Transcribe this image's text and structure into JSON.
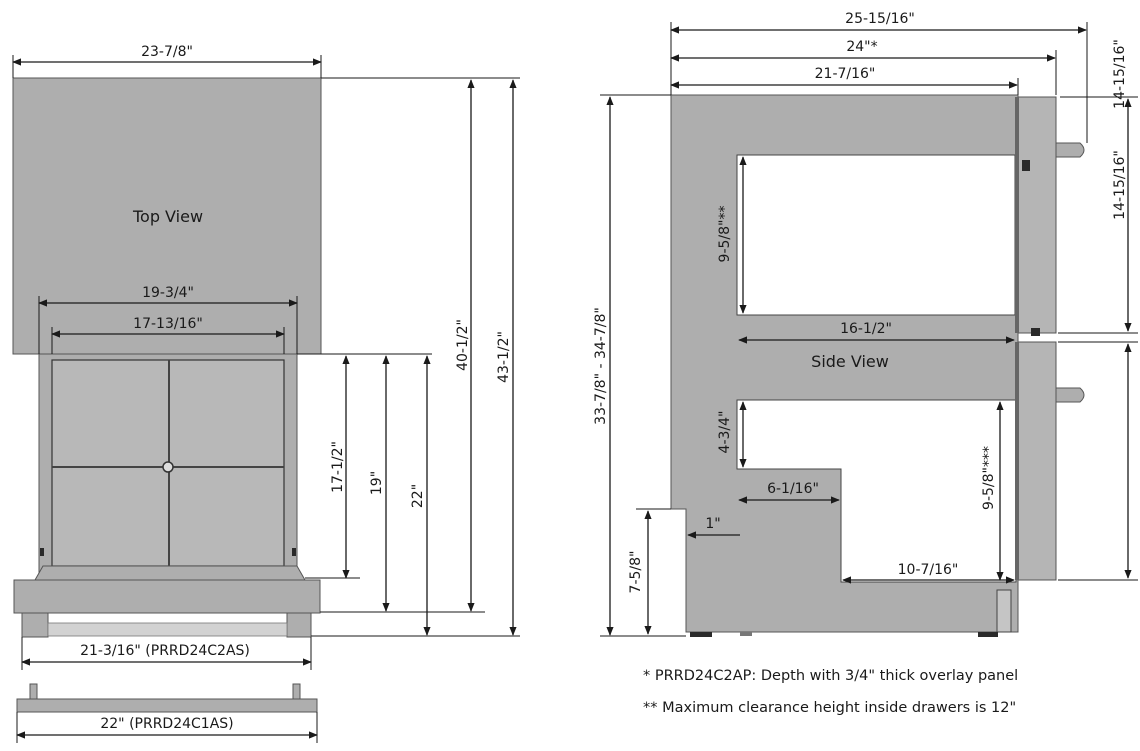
{
  "top_view": {
    "label": "Top View",
    "dims": {
      "width_overall": "23-7/8\"",
      "inner_width_a": "19-3/4\"",
      "inner_width_b": "17-13/16\"",
      "depth_a": "17-1/2\"",
      "depth_b": "19\"",
      "depth_c": "22\"",
      "height_a": "40-1/2\"",
      "height_b": "43-1/2\"",
      "base_width_c2as": "21-3/16\" (PRRD24C2AS)",
      "base_width_c1as": "22\" (PRRD24C1AS)"
    }
  },
  "side_view": {
    "label": "Side View",
    "dims": {
      "depth_total": "25-15/16\"",
      "depth_overlay": "24\"*",
      "depth_cabinet": "21-7/16\"",
      "height_range": "33-7/8\" - 34-7/8\"",
      "drawer_upper_height": "9-5/8\"**",
      "drawer_depth": "16-1/2\"",
      "drawer_front_height": "14-15/16\"",
      "drawer_front_height_b": "14-15/16\"",
      "lower_step_height": "4-3/4\"",
      "lower_step_depth": "6-1/16\"",
      "toe_gap": "1\"",
      "drawer_lower_height": "9-5/8\"***",
      "toe_height": "7-5/8\"",
      "lower_depth": "10-7/16\""
    }
  },
  "notes": [
    "* PRRD24C2AP: Depth with 3/4\" thick overlay panel",
    "** Maximum clearance height inside drawers is 12\""
  ],
  "colors": {
    "body_fill": "#aeaeae",
    "line": "#1a1a1a"
  }
}
